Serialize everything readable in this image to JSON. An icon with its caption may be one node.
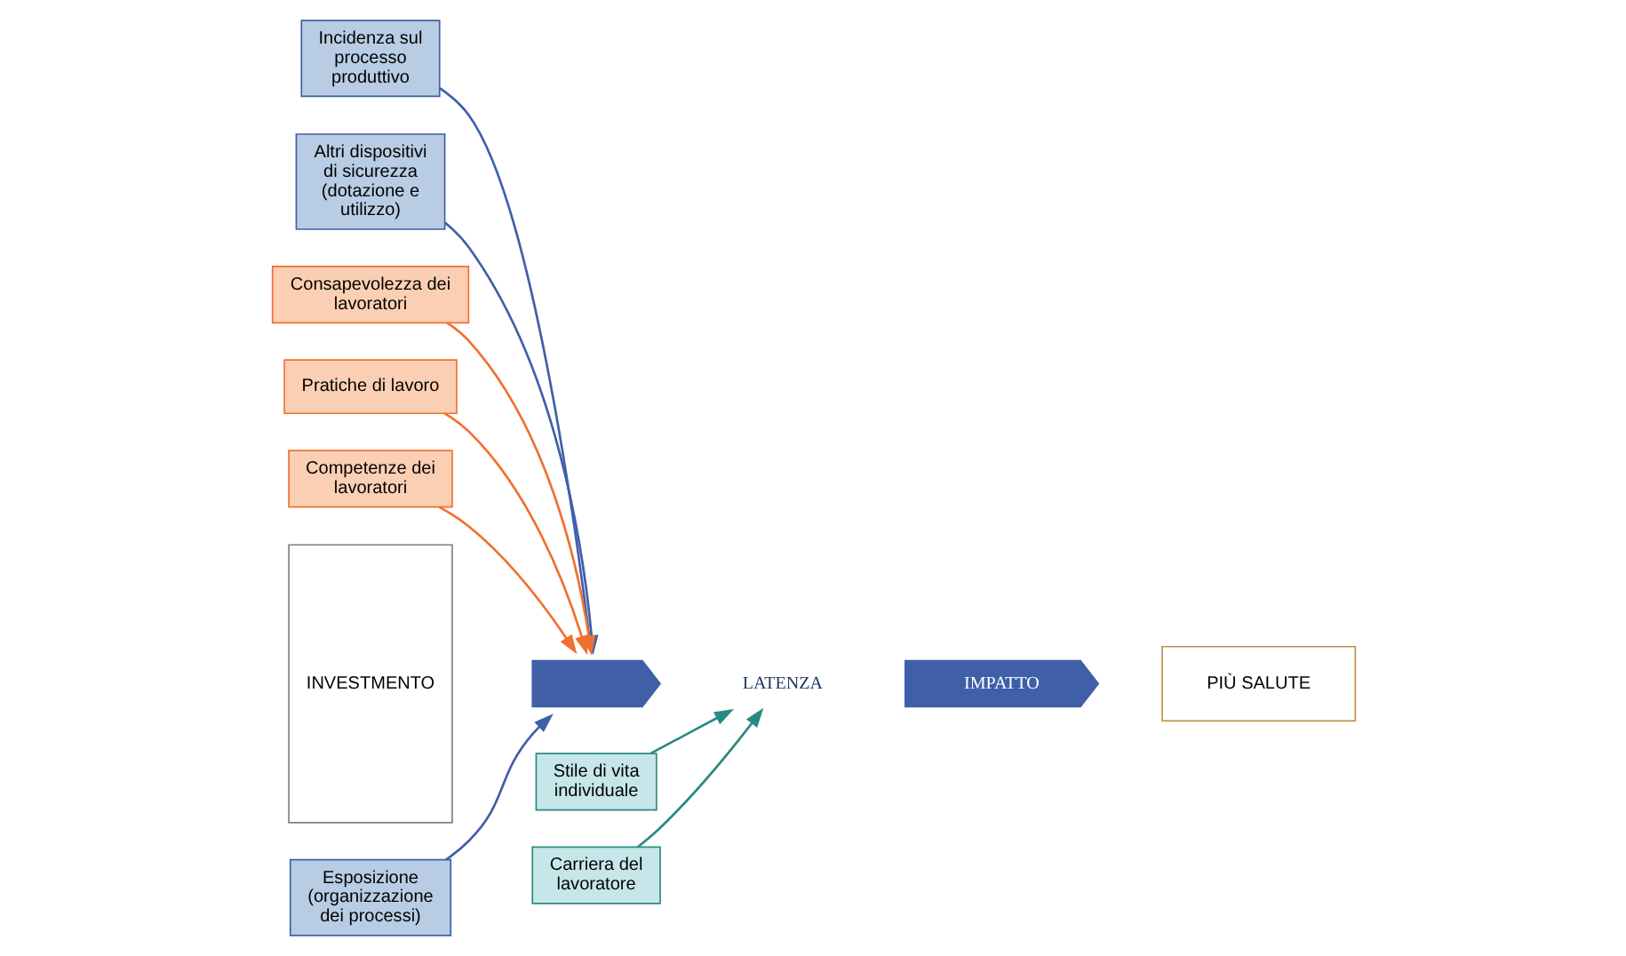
{
  "diagram": {
    "nodes": [
      {
        "text": [
          "Incidenza sul processo produttivo"
        ]
      },
      {
        "text": [
          "Altri dispositivi di sicurezza (dotazione e utilizzo)"
        ]
      },
      {
        "text": [
          "Consapevolezza dei lavoratori"
        ]
      },
      {
        "text": [
          "Pratiche di lavoro"
        ]
      },
      {
        "text": [
          "Competenze dei lavoratori"
        ]
      },
      {
        "text": [
          "INVESTMENTO"
        ]
      },
      {
        "text": [],
        "shape": "chevron"
      },
      {
        "text": [
          "LATENZA"
        ]
      },
      {
        "text": [
          "IMPATTO"
        ]
      },
      {
        "text": [
          "PIÙ SALUTE"
        ]
      },
      {
        "text": [
          "Esposizione (organizzazione dei processi)"
        ]
      },
      {
        "text": [
          "Stile di vita individuale"
        ]
      },
      {
        "text": [
          "Carriera del lavoratore"
        ]
      }
    ],
    "edges": [
      {
        "from": 0,
        "to": 6,
        "arrow": "to",
        "color": "#3f5fa8"
      },
      {
        "from": 1,
        "to": 6,
        "arrow": "to",
        "color": "#3f5fa8"
      },
      {
        "from": 2,
        "to": 6,
        "arrow": "to",
        "color": "#f07030"
      },
      {
        "from": 3,
        "to": 6,
        "arrow": "to",
        "color": "#f07030"
      },
      {
        "from": 4,
        "to": 6,
        "arrow": "to",
        "color": "#f07030"
      },
      {
        "from": 10,
        "to": 6,
        "arrow": "to",
        "color": "#3f5fa8"
      },
      {
        "from": 11,
        "to": 7,
        "arrow": "to",
        "color": "#2a8a80"
      },
      {
        "from": 12,
        "to": 7,
        "arrow": "to",
        "color": "#2a8a80"
      }
    ]
  }
}
